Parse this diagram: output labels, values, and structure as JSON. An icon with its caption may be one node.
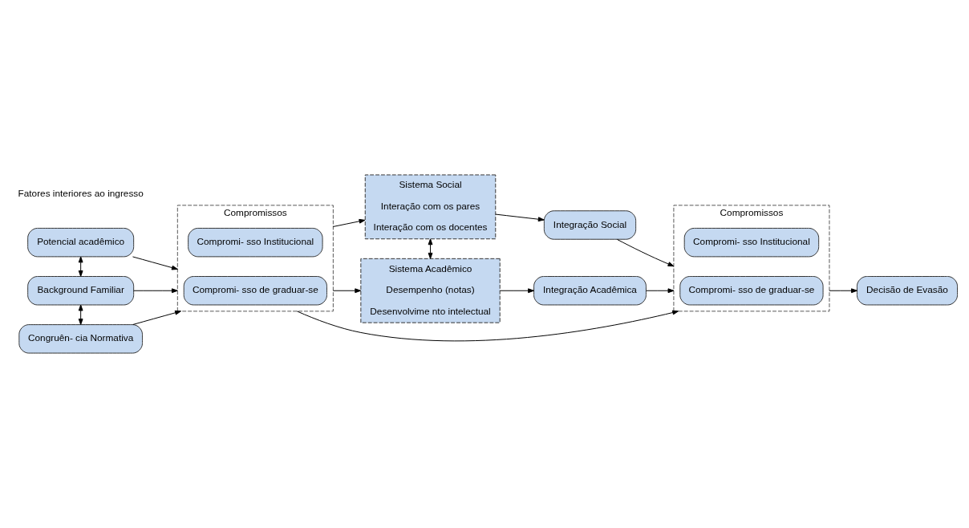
{
  "diagram": {
    "nodes": [
      {
        "text": [
          "Potencial acadêmico"
        ]
      },
      {
        "text": [
          "Background Familiar"
        ]
      },
      {
        "text": [
          "Congruên- cia Normativa"
        ]
      },
      {
        "text": [
          "Compromissos"
        ]
      },
      {
        "text": [
          "Compromi- sso de graduar-se"
        ],
        "in": 3
      },
      {
        "text": [
          "Compromi- sso Institucional"
        ],
        "in": 3
      },
      {
        "text": [
          "Sistema Acadêmico",
          "Desempenho (notas)",
          "Desenvolvime nto intelectual"
        ]
      },
      {
        "text": [
          "Integração Acadêmica"
        ]
      },
      {
        "text": [
          "Sistema Social",
          "Interação com os pares",
          "Interação com os docentes"
        ]
      },
      {
        "text": [
          "Integração Social"
        ]
      },
      {
        "text": [
          "Compromissos"
        ]
      },
      {
        "text": [
          "Compromi- sso de graduar-se"
        ],
        "in": 10
      },
      {
        "text": [
          "Compromi- sso Institucional"
        ],
        "in": 10
      },
      {
        "text": [
          "Decisão de Evasão"
        ]
      }
    ],
    "edges": [
      {
        "from": 0,
        "to": 1,
        "arrow": "both"
      },
      {
        "from": 1,
        "to": 2,
        "arrow": "both"
      },
      {
        "from": 0,
        "to": 3,
        "arrow": "to"
      },
      {
        "from": 1,
        "to": 3,
        "arrow": "to"
      },
      {
        "from": 2,
        "to": 3,
        "arrow": "to"
      },
      {
        "from": 3,
        "to": 6,
        "arrow": "to"
      },
      {
        "from": 3,
        "to": 8,
        "arrow": "to"
      },
      {
        "from": 3,
        "to": 10,
        "arrow": "to"
      },
      {
        "from": 6,
        "to": 7,
        "arrow": "to"
      },
      {
        "from": 6,
        "to": 8,
        "arrow": "both"
      },
      {
        "from": 8,
        "to": 9,
        "arrow": "to"
      },
      {
        "from": 7,
        "to": 10,
        "arrow": "to"
      },
      {
        "from": 9,
        "to": 10,
        "arrow": "to"
      },
      {
        "from": 10,
        "to": 13,
        "arrow": "to"
      }
    ],
    "labels": [
      "Fatores interiores ao ingresso"
    ]
  }
}
